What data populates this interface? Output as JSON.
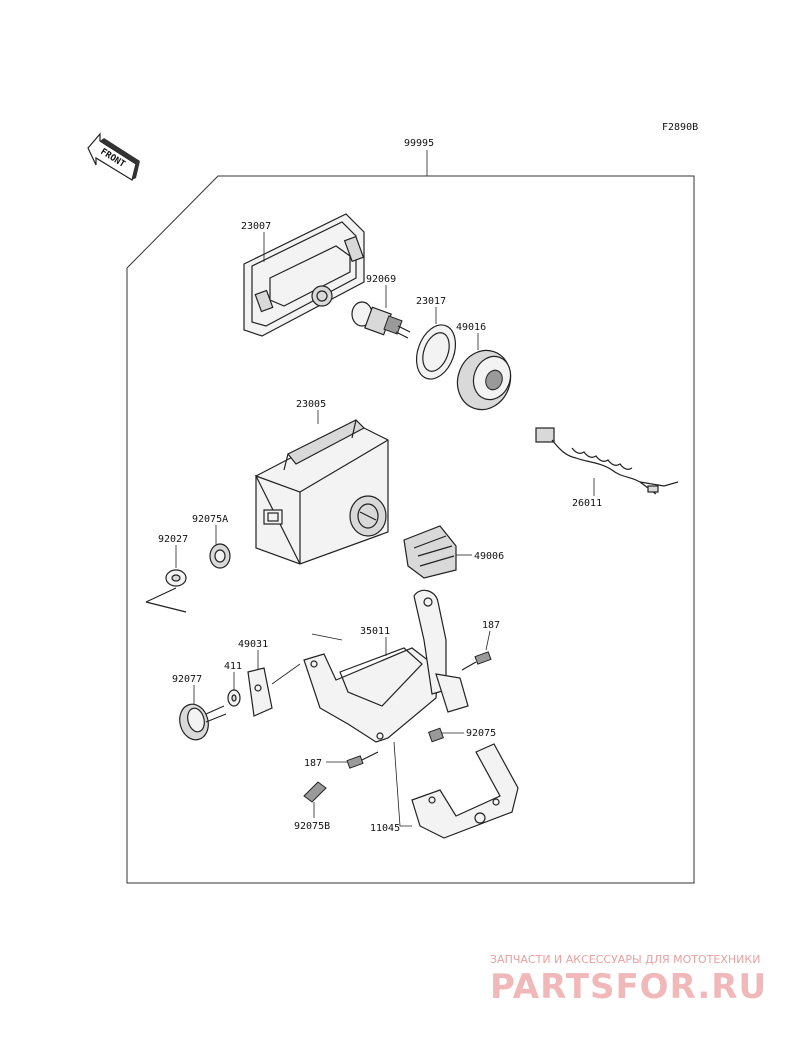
{
  "diagram": {
    "code": "F2890B",
    "front_label": "FRONT",
    "assembly_number": "99995",
    "parts": [
      {
        "id": "p23007",
        "number": "23007"
      },
      {
        "id": "p92069",
        "number": "92069"
      },
      {
        "id": "p23017",
        "number": "23017"
      },
      {
        "id": "p49016",
        "number": "49016"
      },
      {
        "id": "p23005",
        "number": "23005"
      },
      {
        "id": "p26011",
        "number": "26011"
      },
      {
        "id": "p92075A",
        "number": "92075A"
      },
      {
        "id": "p92027",
        "number": "92027"
      },
      {
        "id": "p49006",
        "number": "49006"
      },
      {
        "id": "p49031",
        "number": "49031"
      },
      {
        "id": "p35011",
        "number": "35011"
      },
      {
        "id": "p187a",
        "number": "187"
      },
      {
        "id": "p411",
        "number": "411"
      },
      {
        "id": "p92077",
        "number": "92077"
      },
      {
        "id": "p92075",
        "number": "92075"
      },
      {
        "id": "p187b",
        "number": "187"
      },
      {
        "id": "p92075B",
        "number": "92075B"
      },
      {
        "id": "p11045",
        "number": "11045"
      }
    ]
  },
  "watermark": {
    "tagline": "ЗАПЧАСТИ И АКСЕССУАРЫ ДЛЯ МОТОТЕХНИКИ",
    "brand": "PARTSFOR.RU"
  }
}
